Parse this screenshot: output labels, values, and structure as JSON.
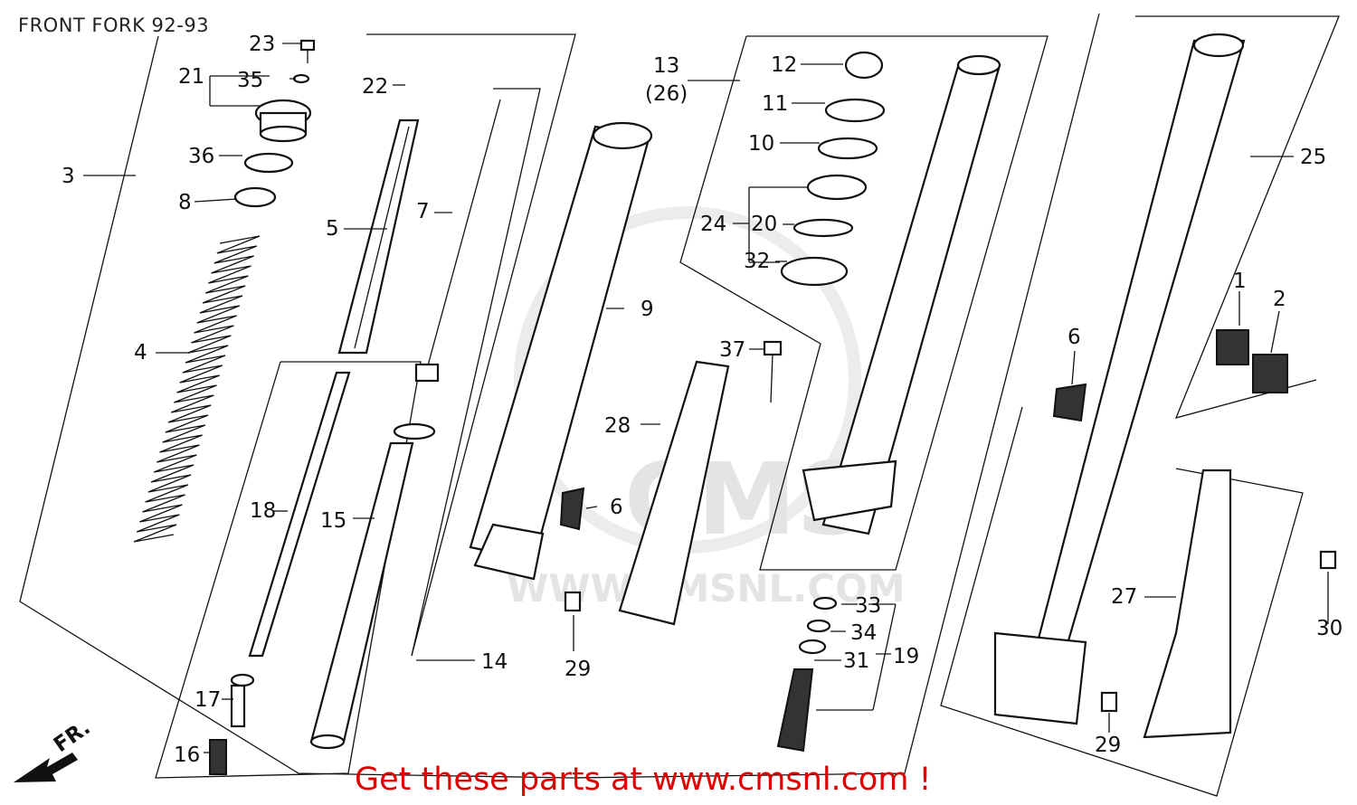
{
  "title": "FRONT FORK 92-93",
  "footer": "Get these parts at www.cmsnl.com !",
  "watermark": {
    "logo": "CMS",
    "url": "WWW.CMSNL.COM"
  },
  "direction_label": "FR.",
  "callouts": {
    "c1": "1",
    "c2": "2",
    "c3": "3",
    "c4": "4",
    "c5": "5",
    "c6a": "6",
    "c6b": "6",
    "c7": "7",
    "c8": "8",
    "c9": "9",
    "c10": "10",
    "c11": "11",
    "c12": "12",
    "c13": "13",
    "c13b": "(26)",
    "c14": "14",
    "c15": "15",
    "c16": "16",
    "c17": "17",
    "c18": "18",
    "c19": "19",
    "c20": "20",
    "c21": "21",
    "c22": "22",
    "c23": "23",
    "c24": "24",
    "c25": "25",
    "c27": "27",
    "c28": "28",
    "c29a": "29",
    "c29b": "29",
    "c30": "30",
    "c31": "31",
    "c32": "32",
    "c33": "33",
    "c34": "34",
    "c35": "35",
    "c36": "36",
    "c37": "37"
  }
}
